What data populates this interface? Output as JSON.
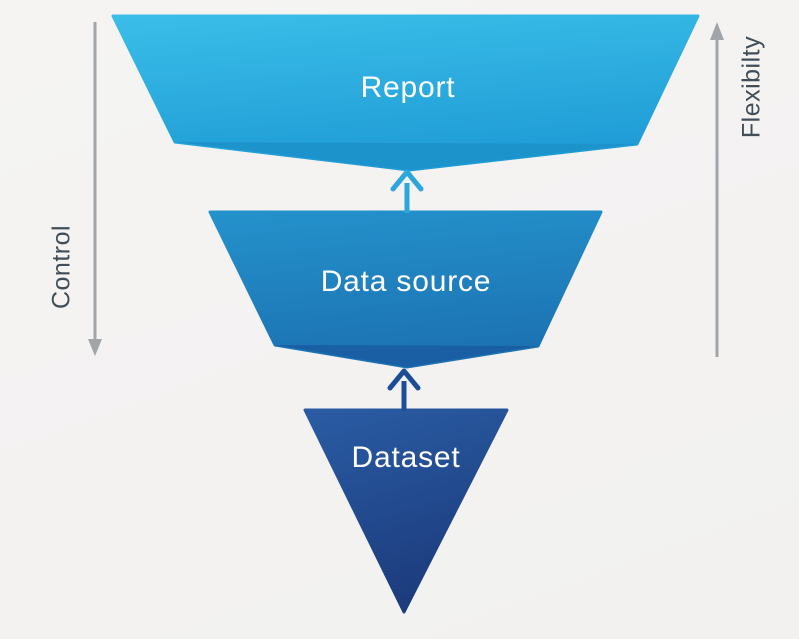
{
  "funnel": {
    "layers": [
      {
        "label": "Report"
      },
      {
        "label": "Data source"
      },
      {
        "label": "Dataset"
      }
    ],
    "arrows": [
      {
        "name": "dataset-to-datasource",
        "direction": "up"
      },
      {
        "name": "datasource-to-report",
        "direction": "up"
      }
    ]
  },
  "axes": {
    "left": {
      "label": "Control",
      "direction": "down"
    },
    "right": {
      "label": "Flexibilty",
      "direction": "up"
    }
  },
  "icons": {
    "layer_arrow_light": "up-arrow",
    "layer_arrow_dark": "up-arrow",
    "left_axis_arrow": "down-arrow",
    "right_axis_arrow": "up-arrow"
  },
  "colors": {
    "background": "#F4F3F2",
    "report_top": "#3ABEE8",
    "report_bottom": "#1F9CD6",
    "report_fold": "#1D93CC",
    "datasource_top": "#2492CC",
    "datasource_bottom": "#1C72B2",
    "datasource_fold": "#1A5FA3",
    "dataset_top": "#2A5CA4",
    "dataset_bottom": "#1C3C7D",
    "arrow_light": "#2BA7DB",
    "arrow_dark": "#1D4D95",
    "axis_line": "#A1A5A9",
    "axis_label_text": "#414E58",
    "layer_label_text": "#FFFFFF"
  }
}
